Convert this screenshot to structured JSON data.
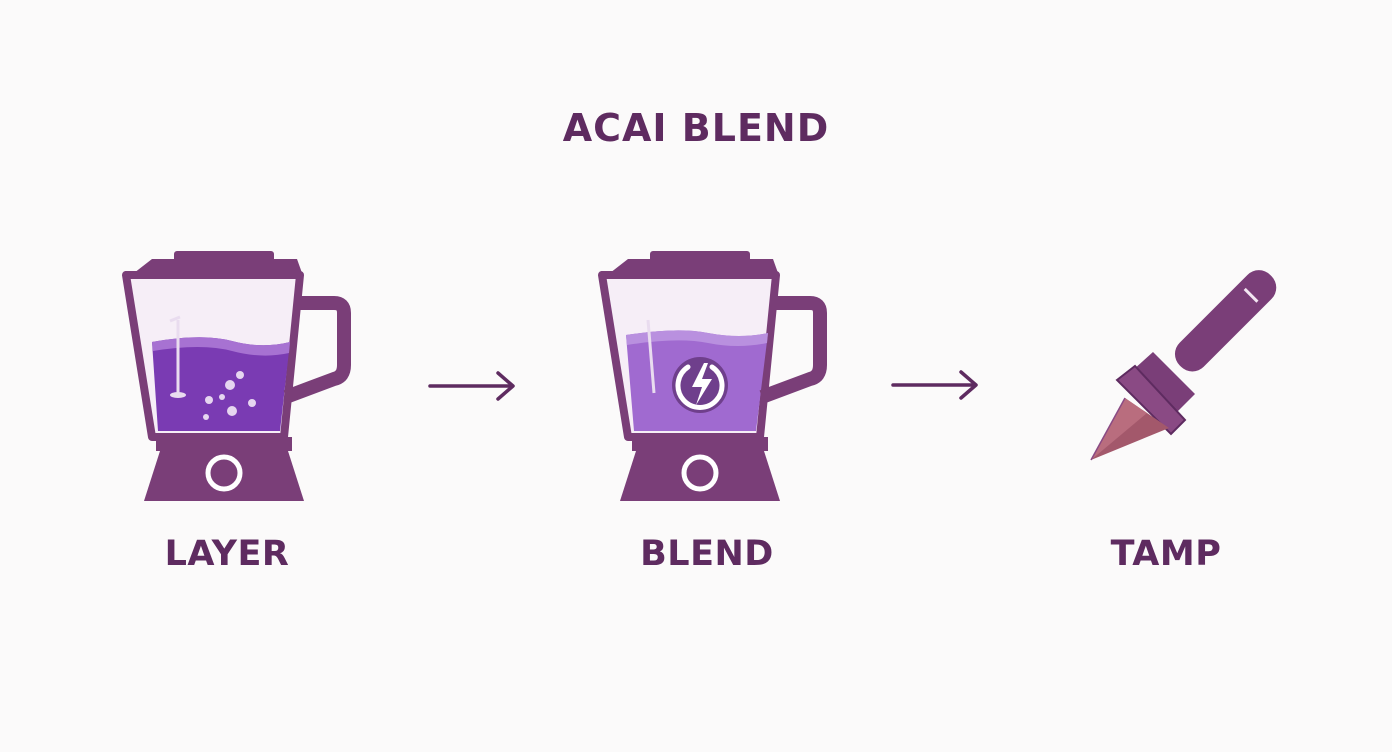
{
  "title": "ACAI BLEND",
  "steps": [
    {
      "label": "LAYER",
      "icon": "blender-layer-icon"
    },
    {
      "label": "BLEND",
      "icon": "blender-blend-icon"
    },
    {
      "label": "TAMP",
      "icon": "tamper-icon"
    }
  ],
  "connectors": [
    "arrow-right-icon",
    "arrow-right-icon"
  ],
  "colors": {
    "background": "#fbfafa",
    "primary": "#7a3e78",
    "text": "#5e2b60",
    "liquid_layer": "#7a3bb3",
    "liquid_blend": "#a06ad0",
    "tamper_tip": "#a3586b"
  }
}
